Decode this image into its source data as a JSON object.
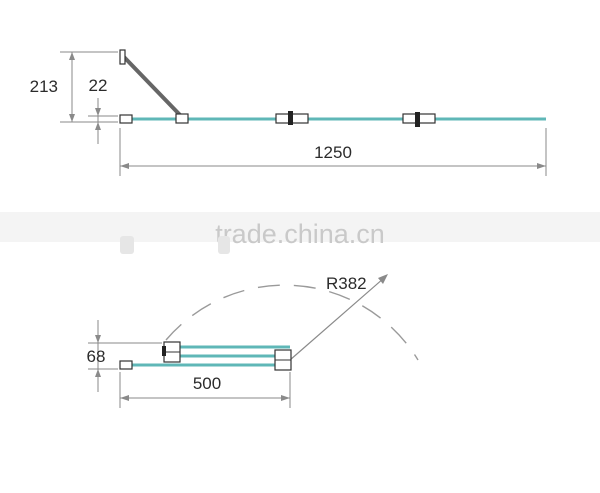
{
  "top_view": {
    "dim_height_total": "213",
    "dim_height_small": "22",
    "dim_length": "1250"
  },
  "bottom_view": {
    "dim_depth": "68",
    "dim_width": "500",
    "dim_radius": "R382"
  },
  "watermark": "trade.china.cn",
  "colors": {
    "glass": "#5fb7b7",
    "line": "#777777",
    "dim": "#8a8a8a",
    "text": "#2b2b2b"
  }
}
